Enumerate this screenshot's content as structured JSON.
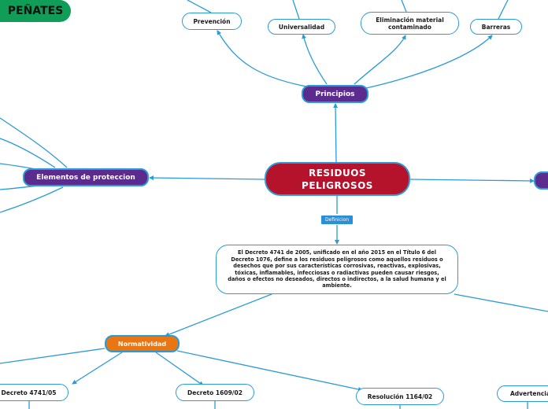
{
  "central": {
    "title": "RESIDUOS PELIGROSOS"
  },
  "top_left_banner": {
    "text": "PEÑATES"
  },
  "principios": {
    "label": "Principios",
    "children": [
      "Prevención",
      "Universalidad",
      "Eliminación material contaminado",
      "Barreras"
    ]
  },
  "elementos": {
    "label": "Elementos de proteccion"
  },
  "definicion": {
    "tag": "Definicion",
    "text": "El Decreto 4741 de 2005, unificado en el año 2015 en el Título 6 del Decreto 1076, define a los residuos peligrosos como aquellos residuos o desechos que por sus características corrosivas, reactivas, explosivas, tóxicas, inflamables, infecciosas o radiactivas pueden causar riesgos, daños o efectos no deseados, directos o indirectos, a la salud humana y el ambiente."
  },
  "normatividad": {
    "label": "Normatividad",
    "children": [
      "Decreto 4741/05",
      "Decreto 1609/02",
      "Resolución 1164/02"
    ]
  },
  "advertencia": {
    "label": "Advertencia"
  },
  "colors": {
    "line": "#2a9bd8",
    "purple": "#5b2c8e",
    "red": "#b5122b",
    "orange": "#e97612",
    "green": "#0f9d58"
  }
}
